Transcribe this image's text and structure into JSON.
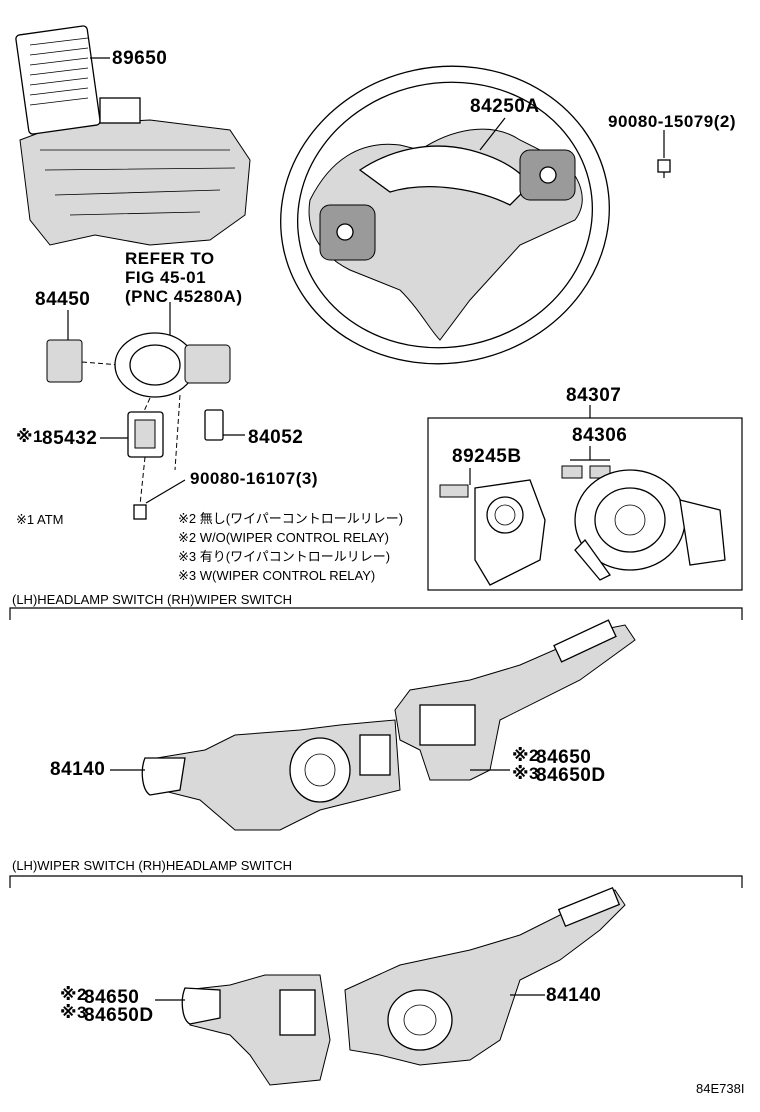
{
  "parts": {
    "p89650": "89650",
    "p84250A": "84250A",
    "p90080_15079": "90080-15079(2)",
    "p84450": "84450",
    "p85432": "85432",
    "p84052": "84052",
    "p90080_16107": "90080-16107(3)",
    "p84307": "84307",
    "p84306": "84306",
    "p89245B": "89245B",
    "p84650_a": "84650",
    "p84650D_a": "84650D",
    "p84140_a": "84140",
    "p84650_b": "84650",
    "p84650D_b": "84650D",
    "p84140_b": "84140"
  },
  "refer": {
    "line1": "REFER TO",
    "line2": "FIG 45-01",
    "line3": "(PNC 45280A)"
  },
  "marks": {
    "m1": "※1",
    "m1_85432": "※1",
    "m2_a": "※2",
    "m3_a": "※3",
    "m2_b": "※2",
    "m3_b": "※3"
  },
  "notes": {
    "n1": "※1 ATM",
    "n2_jp": "※2 無し(ワイパーコントロールリレー)",
    "n2_en": "※2 W/O(WIPER CONTROL RELAY)",
    "n3_jp": "※3 有り(ワイパコントロールリレー)",
    "n3_en": "※3 W(WIPER CONTROL RELAY)"
  },
  "sections": {
    "s1": "(LH)HEADLAMP SWITCH  (RH)WIPER SWITCH",
    "s2": "(LH)WIPER SWITCH  (RH)HEADLAMP SWITCH"
  },
  "footer": {
    "code": "84E738I"
  },
  "icons": [
    "airbag-sensor-icon",
    "steering-wheel-icon",
    "bolt-icon",
    "combination-switch-icon",
    "spiral-cable-icon",
    "steering-sensor-icon",
    "headlamp-switch-icon",
    "wiper-switch-icon"
  ]
}
